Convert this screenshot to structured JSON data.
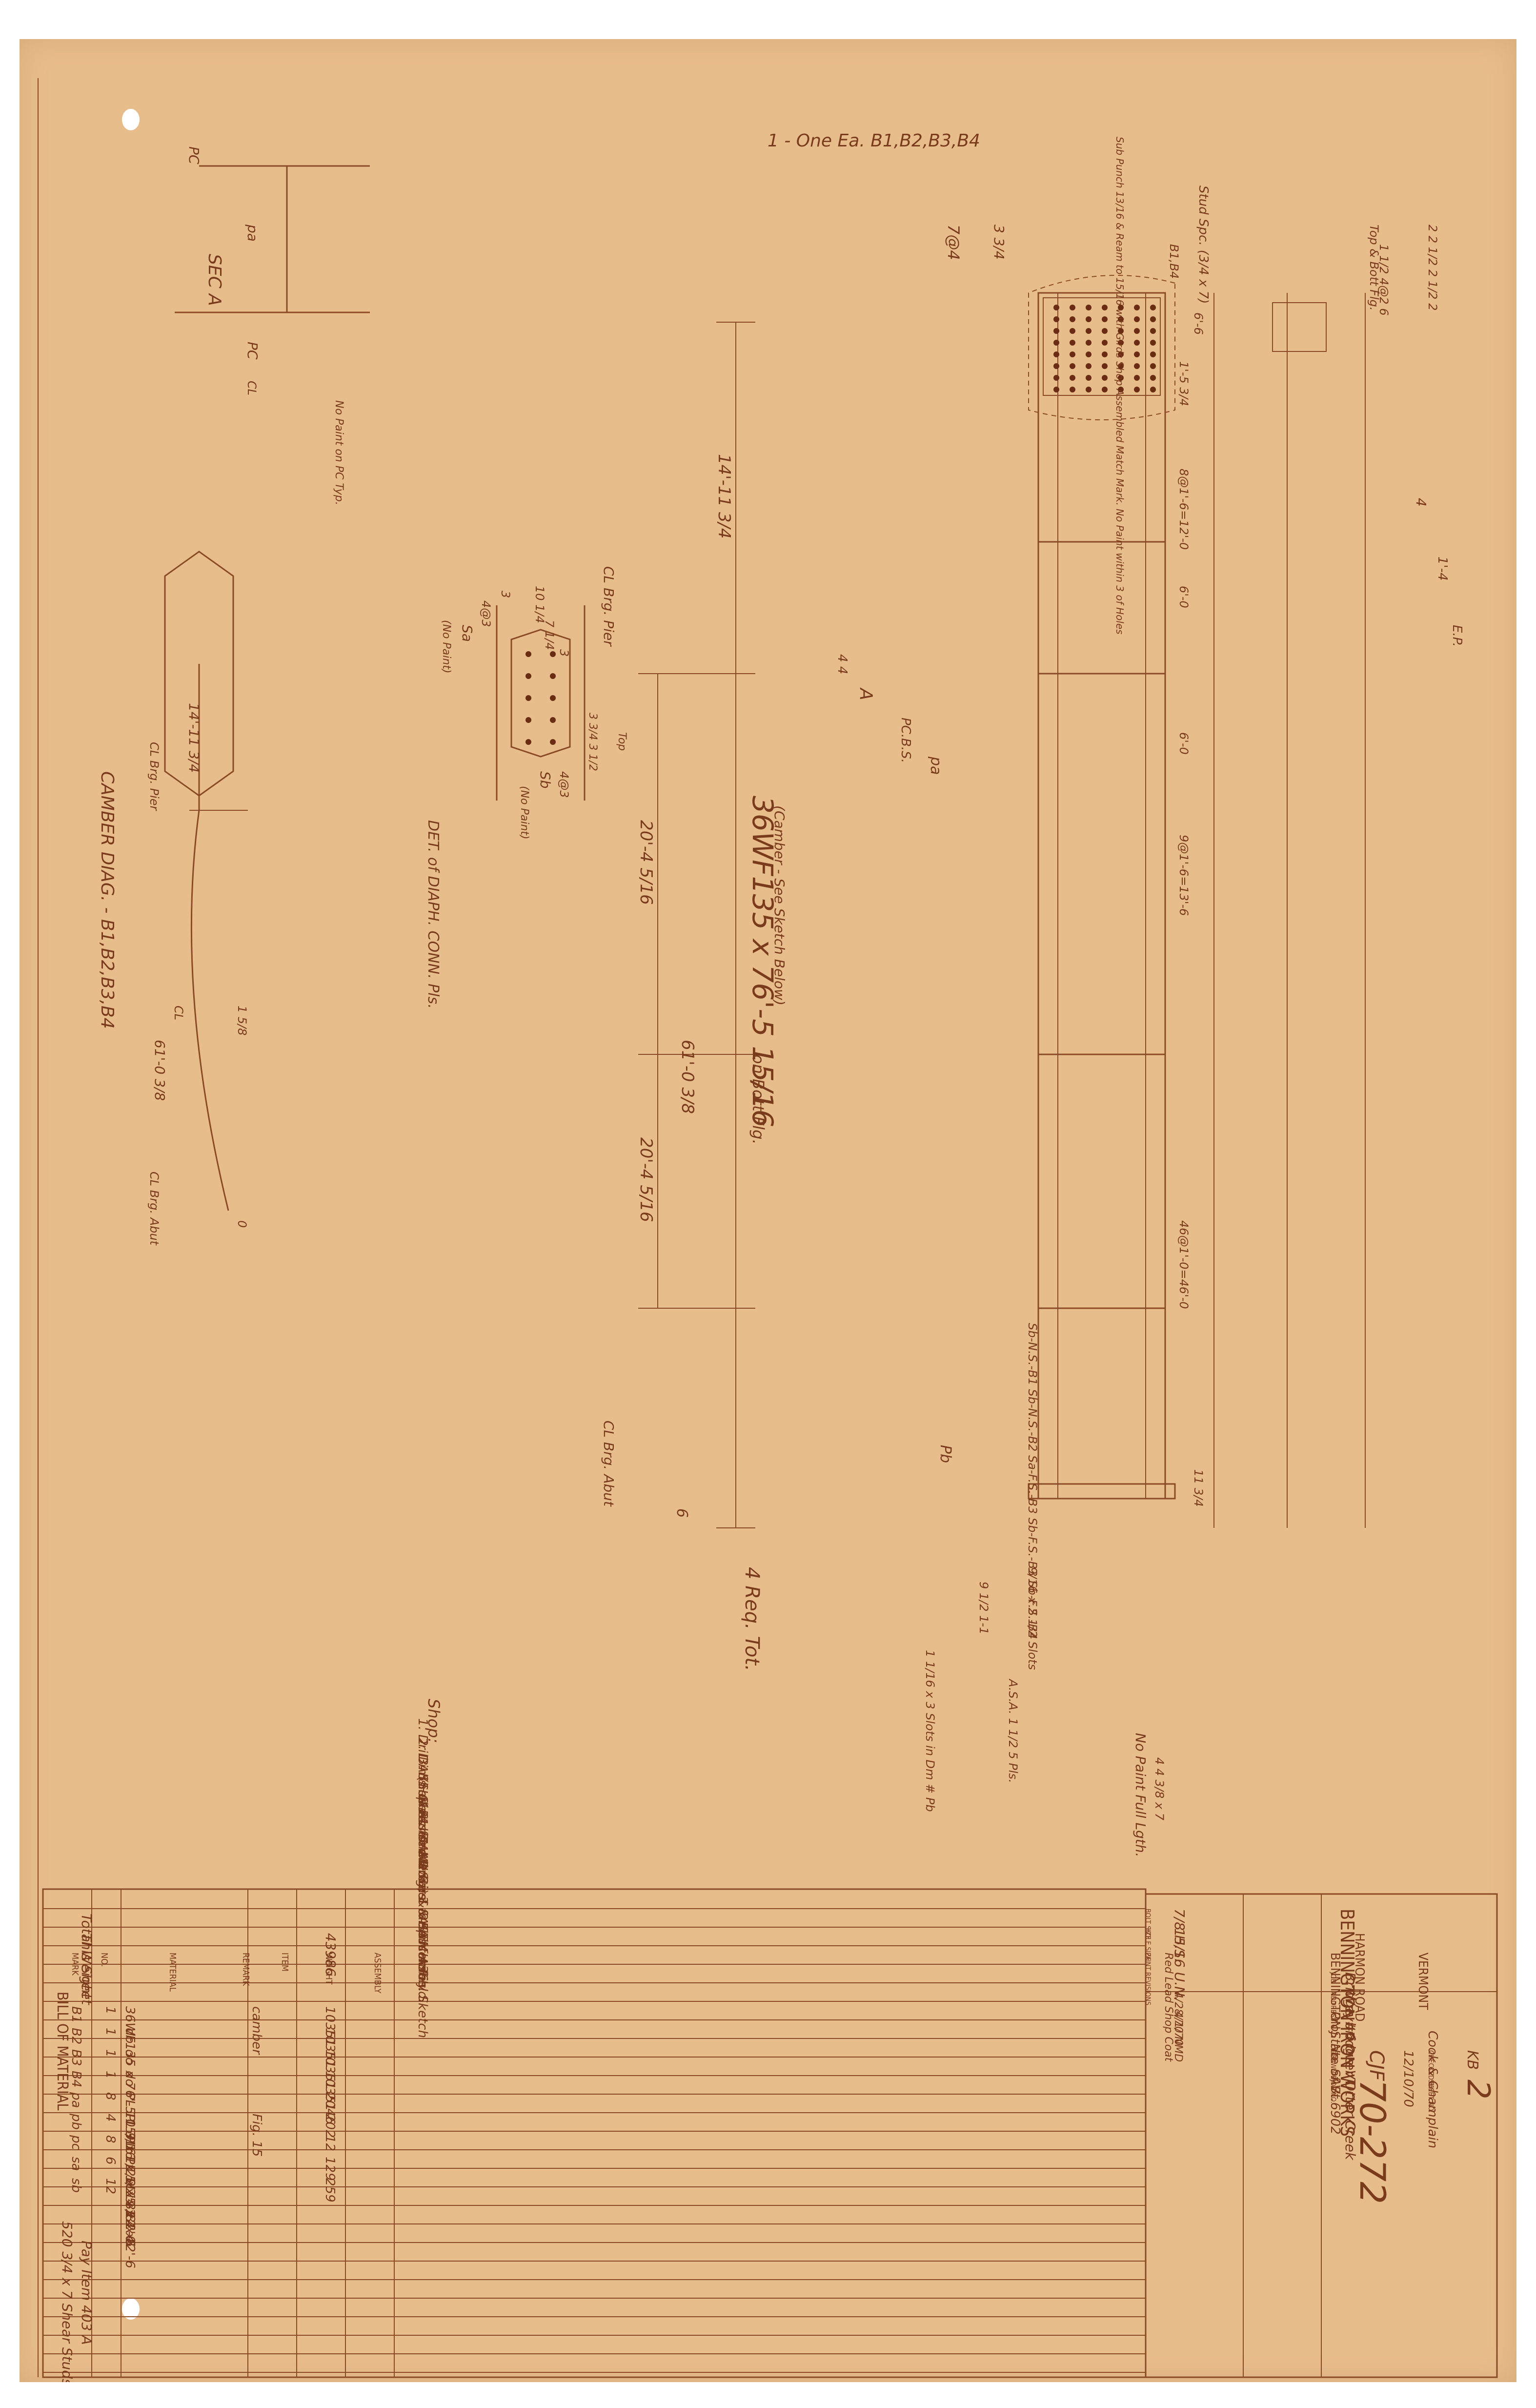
{
  "title_block": {
    "company": "BENNINGTON IRON WORKS",
    "street": "HARMON ROAD",
    "town": "BENNINGTON",
    "state": "VERMONT",
    "bolt_size_label": "BOLT SIZE",
    "bolt_size": "7/8 H.S.",
    "hole_size_label": "HOLE SIZE",
    "hole_size": "15/16 U.N.",
    "paint_label": "PAINT",
    "paint": "Red Lead Shop Coat",
    "revisions_label": "REVISIONS",
    "revision_1": "4/28/70 NMD",
    "revision_2": "4/1/70",
    "job_label": "JOB",
    "job": "Bridge #6 over Otter Creek",
    "address_label": "ADDRESS",
    "address": "Weybridge VT.",
    "project": "Proj. No. SAB. 6902",
    "owner": "State of Vt.",
    "contractor": "Cook & Champlain",
    "drawn_label": "DRAWN BY",
    "drawn_by": "CJF",
    "drawn_date": "12/10/70",
    "checked_label": "CHECKED BY",
    "checked_by": "KB",
    "job_no_label": "JOB NO.",
    "job_no": "70-272",
    "sheet_label": "SHEET NO.",
    "sheet_no": "2"
  },
  "bill_of_material": {
    "title": "BILL OF MATERIAL",
    "headers": [
      "MARK",
      "NO.",
      "MATERIAL",
      "REMARK",
      "ITEM",
      "WEIGHT",
      "ASSEMBLY"
    ],
    "rows": [
      {
        "mark": "B1",
        "no": "1",
        "material": "36WF135 x 76'-5 15/16",
        "remark": "camber",
        "weight": "10351"
      },
      {
        "mark": "B2",
        "no": "1",
        "material": "do",
        "remark": "",
        "weight": "10351"
      },
      {
        "mark": "B3",
        "no": "1",
        "material": "do",
        "remark": "",
        "weight": "10351"
      },
      {
        "mark": "B4",
        "no": "1",
        "material": "do",
        "remark": "",
        "weight": "10351"
      },
      {
        "mark": "pa",
        "no": "8",
        "material": "PL 10 3/16 x 1/2 x 12'-0",
        "remark": "",
        "weight": "2046"
      },
      {
        "mark": "pb",
        "no": "4",
        "material": "PL 9 x 1/2 x 1'-1",
        "remark": "Fig. 15",
        "weight": "202"
      },
      {
        "mark": "pc",
        "no": "8",
        "material": "PL 1 1/2 x 3/8 x 8",
        "remark": "",
        "weight": "12"
      },
      {
        "mark": "sa",
        "no": "6",
        "material": "PL 5 x 4 x 2'-6",
        "remark": "",
        "weight": "129"
      },
      {
        "mark": "sb",
        "no": "12",
        "material": "PL 5 x 4 x 2'-6",
        "remark": "",
        "weight": "259"
      }
    ],
    "studs": "520 3/4 x 7 Shear Studs",
    "studs_item": "Pay Item 403 A",
    "total_label": "Total Weight",
    "this_sheet": "This Sheet",
    "total_weight": "43986"
  },
  "notes": {
    "heading": "Shop:",
    "items": [
      "1. Drill All Holes",
      "2. Dims. Given Are Horz.",
      "3. Shop Assemble Girs. & Splicers",
      "(See E1 for Marks) & Ream Holes.",
      "Match Mark Girs. & Pls. for Field.",
      "4. See Dwg. 3 for Assembly Sketch",
      "5. All Steel - ASTM-A36"
    ]
  },
  "main_elevation": {
    "mark_title": "1 - One Ea. B1,B2,B3,B4",
    "member": "36WF135 x 76'-5 15/16",
    "member_suffix": "on Bott Flg.",
    "camber_note": "(Camber - See Sketch Below)",
    "req": "4 Req. Tot.",
    "dims": {
      "span_left": "14'-11 3/4",
      "span_mid1": "20'-4 5/16",
      "span_mid2": "20'-4 5/16",
      "span_total": "61'-0 3/8",
      "end": "6",
      "top_bolts": "7@4",
      "top_edge": "3 3/4",
      "bearing_pier": "CL Brg. Pier",
      "bearing_abut": "CL Brg. Abut",
      "cut_a": "A",
      "four_four": "4 4",
      "pcbs": "PC.B.S.",
      "stud_spacing_label": "Stud Spc. (3/4 x 7)",
      "stud_segments": [
        "B1,B4",
        "6'-6",
        "1'-5 3/4",
        "8@1'-6=12'-0",
        "6'-0",
        "6'-0",
        "9@1'-6=13'-6",
        "46@1'-0=46'-0",
        "11 3/4"
      ],
      "top_bolt_label": "Top & Bott Flg.",
      "flange_dims": "1 1/2 4@2 6",
      "gauge": "2 2 1/2 2 1/2 2",
      "four": "4",
      "one_four": "1'-4",
      "ep": "E.P.",
      "shop_bolt_note": "Sub Punch 13/16 & Ream to 15/16 with Girds Shop Assembled Match Mark. No Paint within 3 of Holes",
      "stud_group_note": "Sb-N.S.-B1 Sb-N.S.-B2 Sa-F.S.-B3 Sb-F.S.-B3 Sb-F.S.-B4",
      "pb": "Pb",
      "pa": "pa",
      "studs_end": "9/16 x 2 1/2 Slots",
      "studs_end2": "1 1/16 x 3 Slots in Dm # Pb",
      "dims_bottom": "9 1/2 1-1",
      "asa": "A.S.A. 1 1/2 5 Pls.",
      "no_paint": "No Paint Full Lgth.",
      "no_paint_dims": "4 4 3/8 x 7"
    }
  },
  "section_a": {
    "title": "SEC A",
    "pc": "PC",
    "pa": "pa",
    "pc2": "PC",
    "no_paint": "No Paint on PC Typ.",
    "cl": "CL"
  },
  "diaphragm": {
    "title": "DET. of DIAPH. CONN. Pls.",
    "sa": "Sa",
    "sa_no_paint": "(No Paint)",
    "sb": "Sb",
    "sb_no_paint": "(No Paint)",
    "dims_top": "4@3",
    "dims_3": "3",
    "dims_10": "10 1/4",
    "dims_7": "7 1/4",
    "dims_3b": "3",
    "dims_bot": "4@3",
    "dims_side": "3 3/4 3 1/2",
    "top_label": "Top"
  },
  "camber": {
    "title": "CAMBER DIAG. - B1,B2,B3,B4",
    "left": "14'-11 3/4",
    "mid": "61'-0 3/8",
    "pier": "CL Brg. Pier",
    "abut": "CL Brg. Abut",
    "cl": "CL",
    "ord1": "1 5/8",
    "ord_end": "0"
  }
}
